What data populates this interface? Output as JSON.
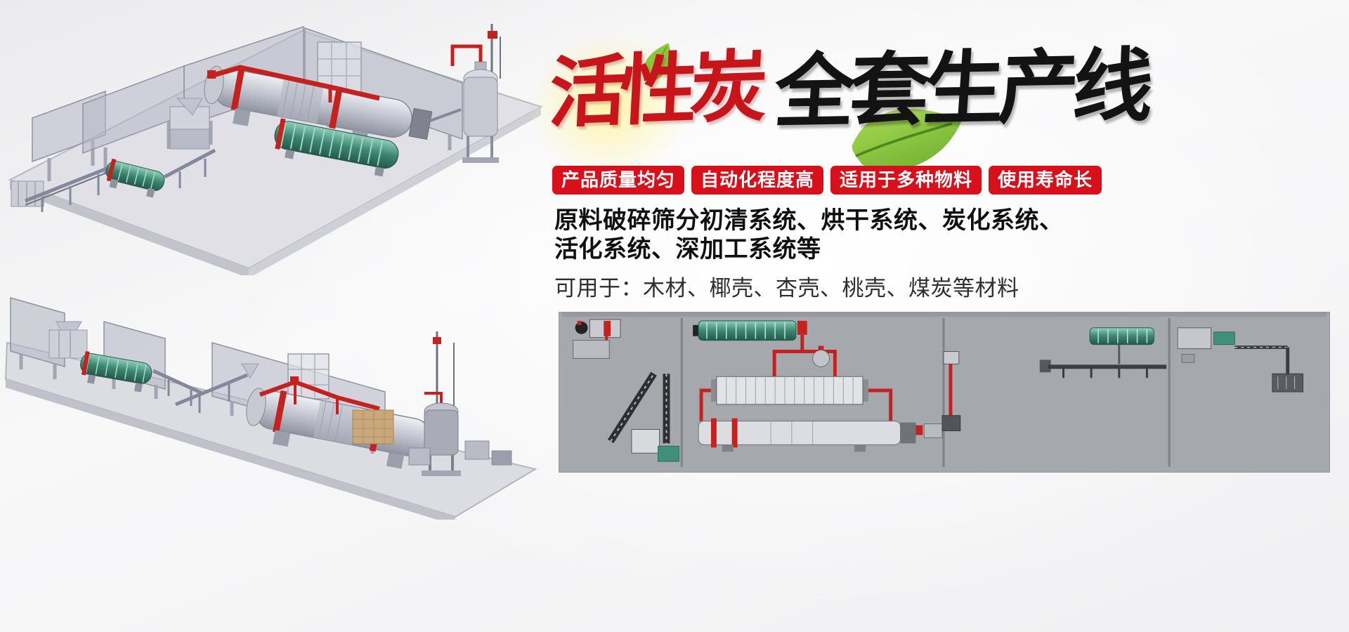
{
  "title": {
    "red": "活性炭",
    "black": "全套生产线"
  },
  "badges": [
    {
      "label": "产品质量均匀"
    },
    {
      "label": "自动化程度高"
    },
    {
      "label": "适用于多种物料"
    },
    {
      "label": "使用寿命长"
    }
  ],
  "description": {
    "line1": "原料破碎筛分初清系统、烘干系统、炭化系统、",
    "line2": "活化系统、深加工系统等",
    "line3": "可用于：木材、椰壳、杏壳、桃壳、煤炭等材料"
  },
  "illustrations": {
    "top_scene": "isometric-3d-production-line-top",
    "bottom_scene": "isometric-3d-production-line-bottom",
    "schematic": "plant-layout-schematic",
    "leaf_big": "leaf-decoration-large",
    "leaf_small": "leaf-decoration-small"
  },
  "colors": {
    "badge_red": "#d8101c",
    "title_red": "#c8151c",
    "title_black": "#131313",
    "leaf_green": "#7dc23f",
    "pipe_red": "#c4211f",
    "drum_teal": "#3d8671",
    "schematic_bg": "#a5a8ac"
  }
}
